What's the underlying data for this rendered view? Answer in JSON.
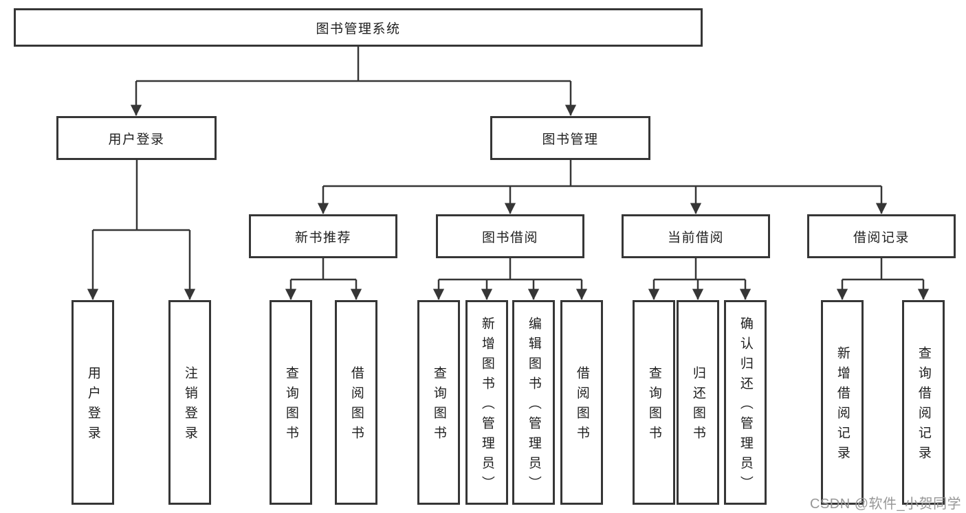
{
  "diagram": {
    "root": {
      "label": "图书管理系统"
    },
    "branches": [
      {
        "label": "用户登录",
        "children": [
          {
            "label": "用户登录"
          },
          {
            "label": "注销登录"
          }
        ]
      },
      {
        "label": "图书管理",
        "children": [
          {
            "label": "新书推荐",
            "children": [
              {
                "label": "查询图书"
              },
              {
                "label": "借阅图书"
              }
            ]
          },
          {
            "label": "图书借阅",
            "children": [
              {
                "label": "查询图书"
              },
              {
                "label": "新增图书（管理员）"
              },
              {
                "label": "编辑图书（管理员）"
              },
              {
                "label": "借阅图书"
              }
            ]
          },
          {
            "label": "当前借阅",
            "children": [
              {
                "label": "查询图书"
              },
              {
                "label": "归还图书"
              },
              {
                "label": "确认归还（管理员）"
              }
            ]
          },
          {
            "label": "借阅记录",
            "children": [
              {
                "label": "新增借阅记录"
              },
              {
                "label": "查询借阅记录"
              }
            ]
          }
        ]
      }
    ]
  },
  "watermark": "CSDN @软件_小贺同学",
  "colors": {
    "line": "#363636",
    "box_border": "#363636",
    "text": "#1e1e1e",
    "watermark": "#979797",
    "background": "#ffffff"
  }
}
